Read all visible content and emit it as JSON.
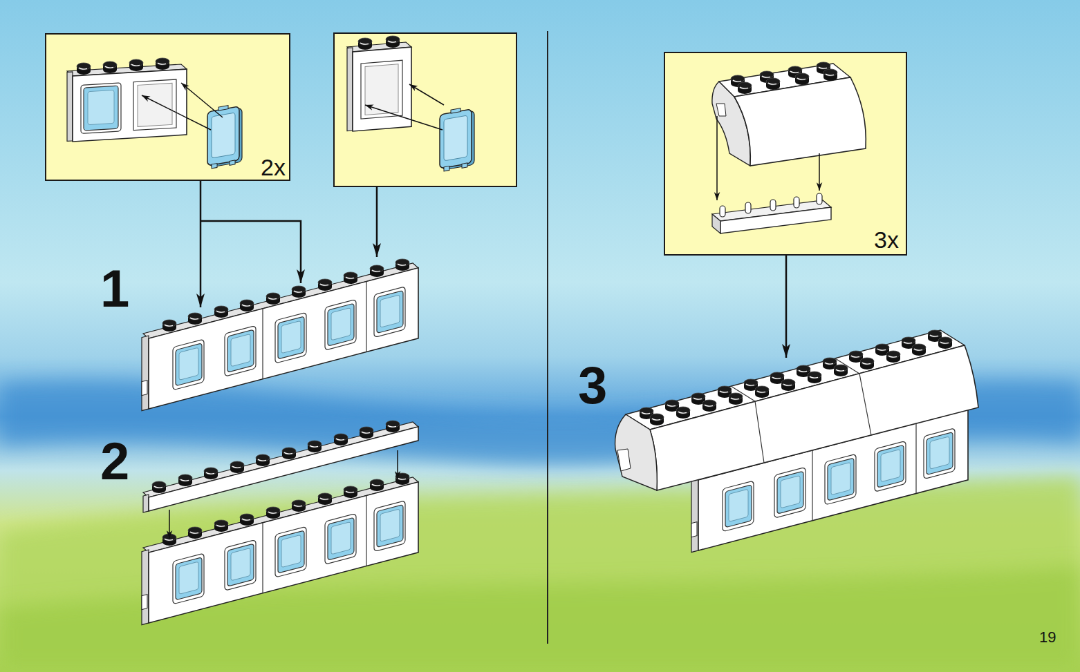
{
  "diagram": {
    "nodes": [
      {
        "text": [
          "2x"
        ]
      },
      {
        "text": [
          "3x"
        ]
      }
    ],
    "labels": [
      "1",
      "2",
      "3",
      "19"
    ]
  }
}
